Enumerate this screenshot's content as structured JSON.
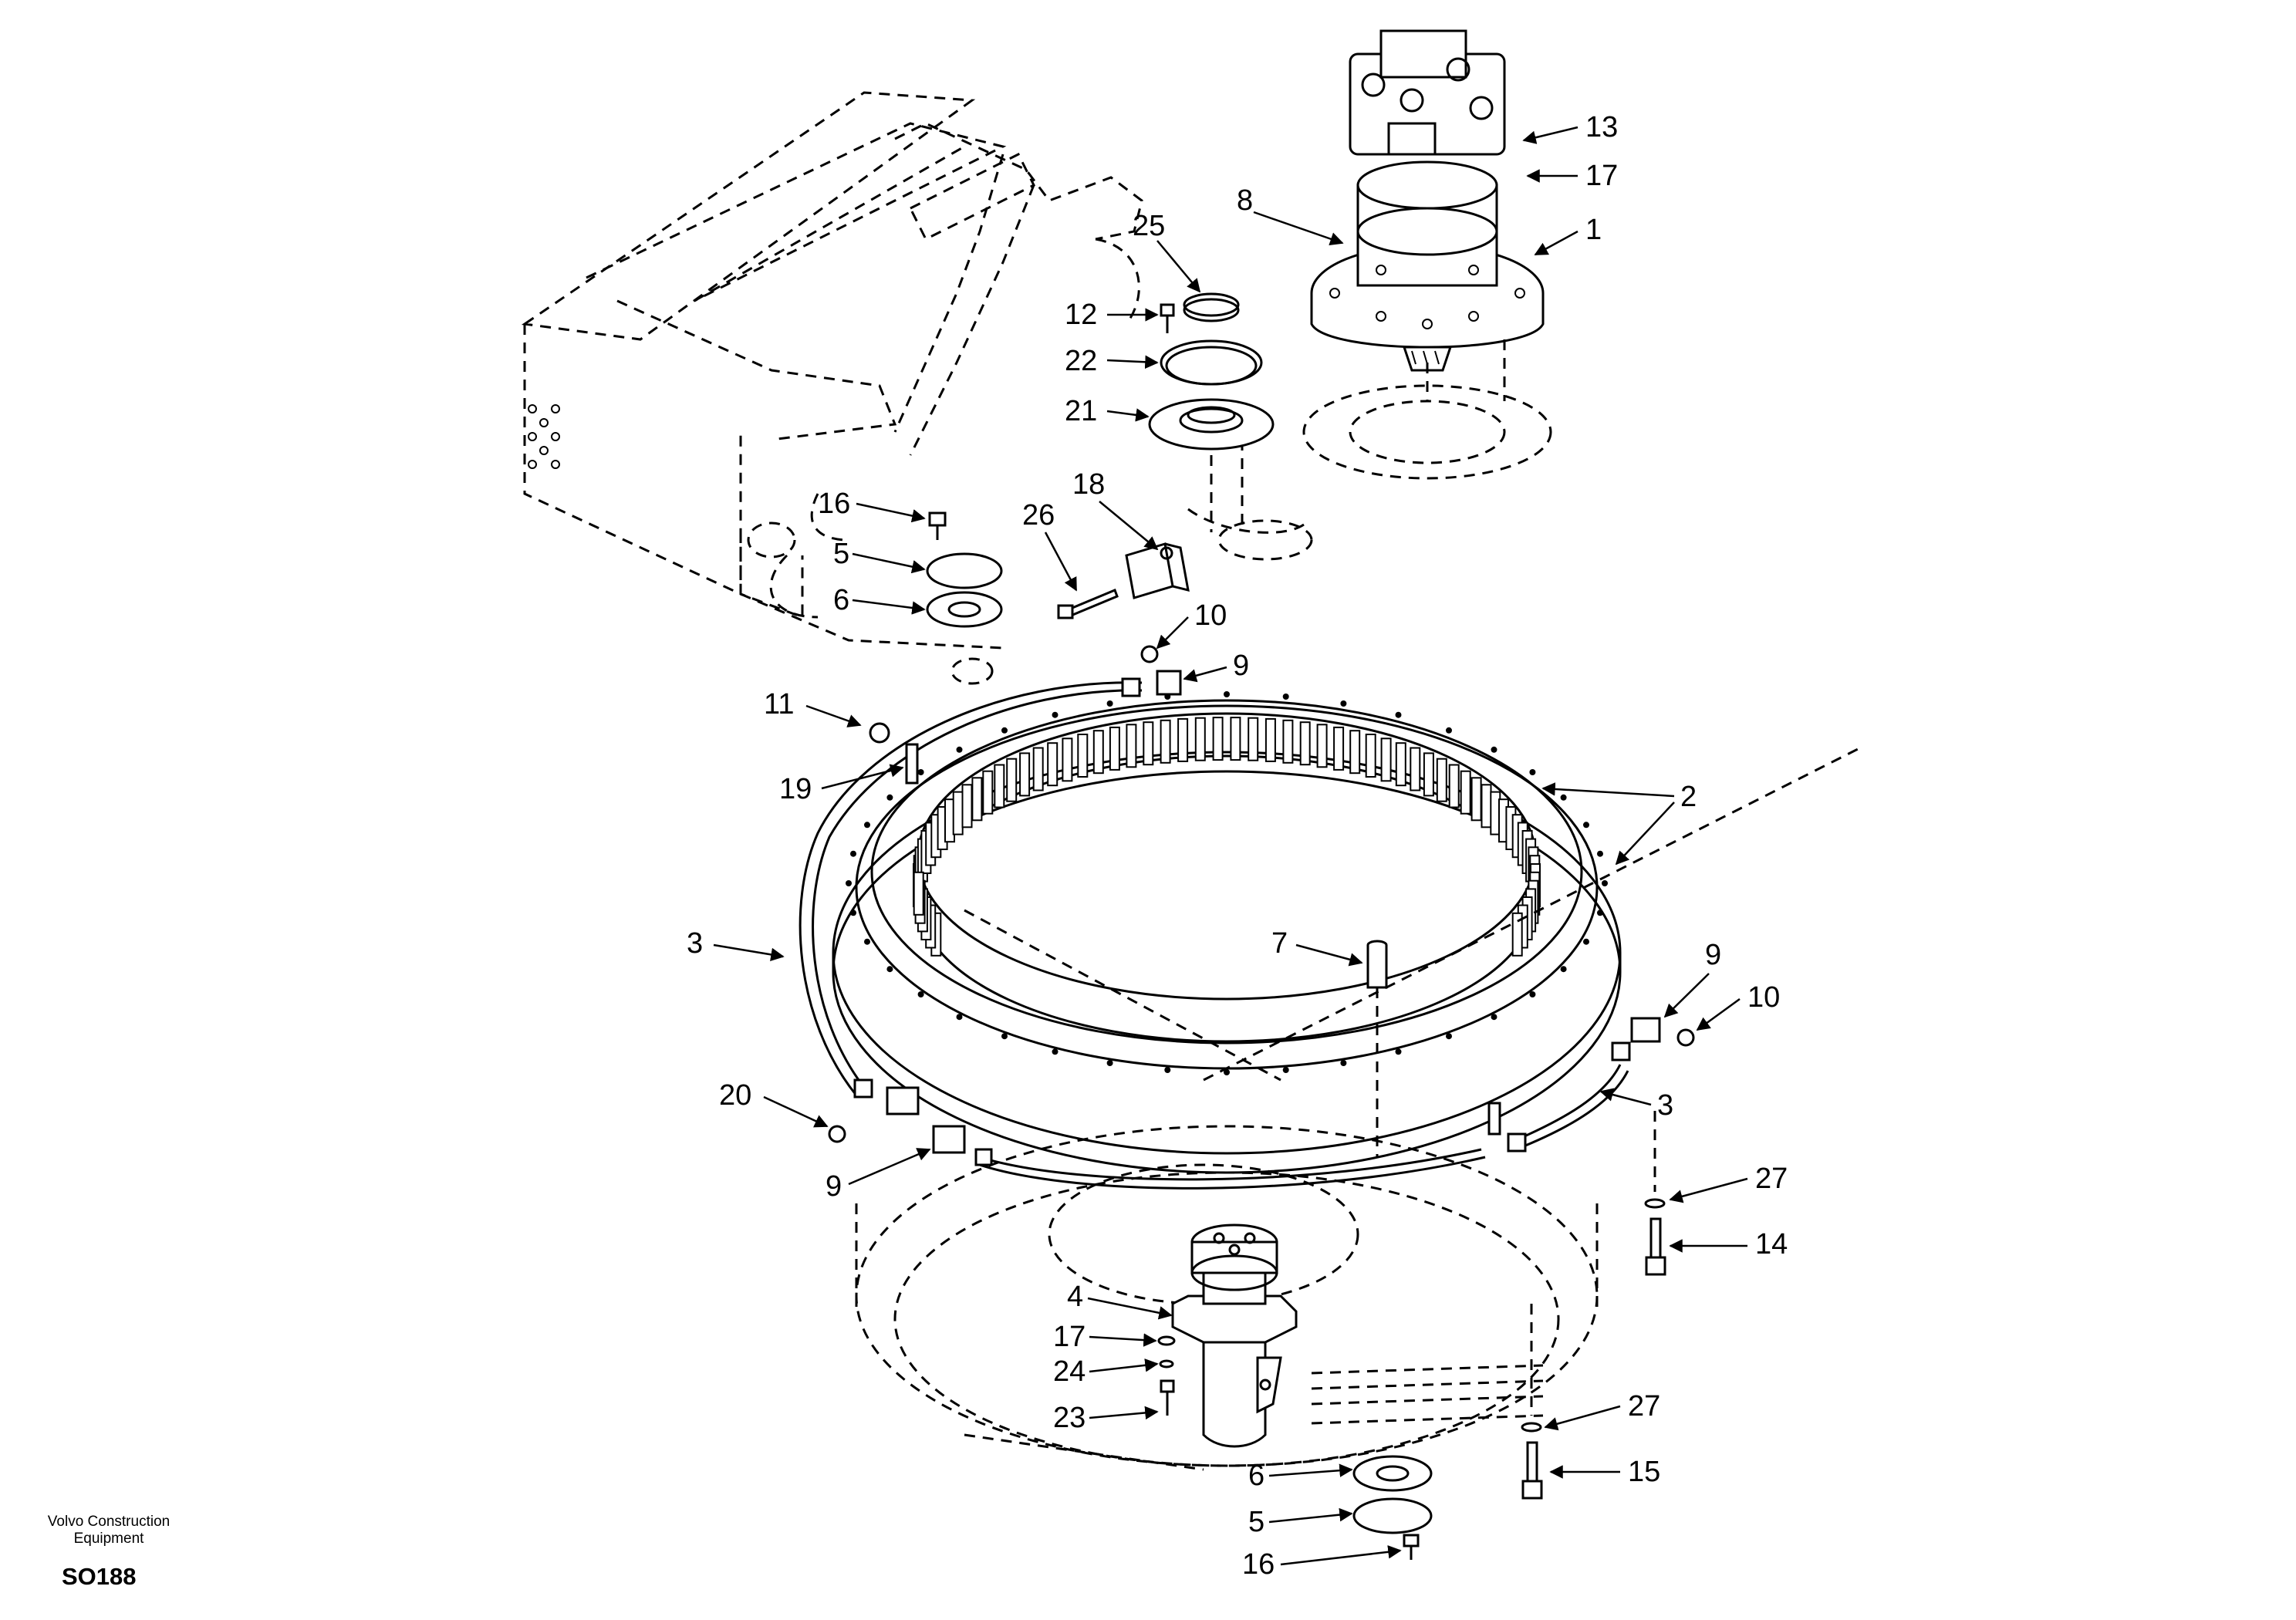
{
  "footer": {
    "brand_line1": "Volvo Construction",
    "brand_line2": "Equipment",
    "figure_code": "SO188"
  },
  "callouts": [
    {
      "id": "c13",
      "text": "13"
    },
    {
      "id": "c17a",
      "text": "17"
    },
    {
      "id": "c8",
      "text": "8"
    },
    {
      "id": "c1",
      "text": "1"
    },
    {
      "id": "c25",
      "text": "25"
    },
    {
      "id": "c12",
      "text": "12"
    },
    {
      "id": "c22",
      "text": "22"
    },
    {
      "id": "c21",
      "text": "21"
    },
    {
      "id": "c16a",
      "text": "16"
    },
    {
      "id": "c18",
      "text": "18"
    },
    {
      "id": "c26",
      "text": "26"
    },
    {
      "id": "c5a",
      "text": "5"
    },
    {
      "id": "c6a",
      "text": "6"
    },
    {
      "id": "c10a",
      "text": "10"
    },
    {
      "id": "c9a",
      "text": "9"
    },
    {
      "id": "c11",
      "text": "11"
    },
    {
      "id": "c19",
      "text": "19"
    },
    {
      "id": "c2",
      "text": "2"
    },
    {
      "id": "c3a",
      "text": "3"
    },
    {
      "id": "c7",
      "text": "7"
    },
    {
      "id": "c9b",
      "text": "9"
    },
    {
      "id": "c10b",
      "text": "10"
    },
    {
      "id": "c3b",
      "text": "3"
    },
    {
      "id": "c20",
      "text": "20"
    },
    {
      "id": "c9c",
      "text": "9"
    },
    {
      "id": "c27a",
      "text": "27"
    },
    {
      "id": "c14",
      "text": "14"
    },
    {
      "id": "c4",
      "text": "4"
    },
    {
      "id": "c17b",
      "text": "17"
    },
    {
      "id": "c24",
      "text": "24"
    },
    {
      "id": "c23",
      "text": "23"
    },
    {
      "id": "c27b",
      "text": "27"
    },
    {
      "id": "c6b",
      "text": "6"
    },
    {
      "id": "c15",
      "text": "15"
    },
    {
      "id": "c5b",
      "text": "5"
    },
    {
      "id": "c16b",
      "text": "16"
    }
  ]
}
